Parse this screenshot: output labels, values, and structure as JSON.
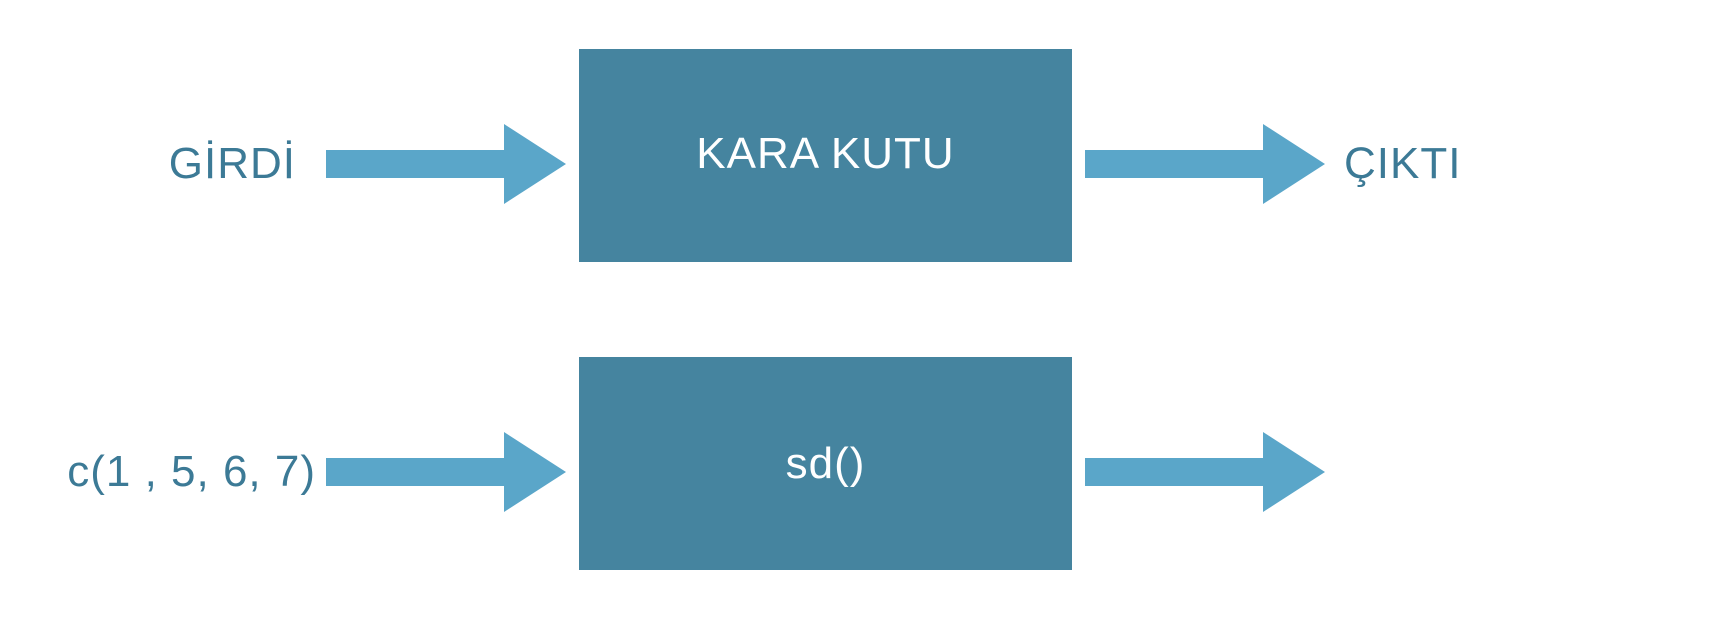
{
  "colors": {
    "box_fill": "#45849f",
    "arrow_fill": "#5aa6c9",
    "label_text": "#3c7a96",
    "box_text": "#ffffff"
  },
  "top_row": {
    "input_label": "GİRDİ",
    "box_label": "KARA KUTU",
    "output_label": "ÇIKTI"
  },
  "bottom_row": {
    "input_label": "c(1 , 5, 6, 7)",
    "box_label": "sd()"
  }
}
